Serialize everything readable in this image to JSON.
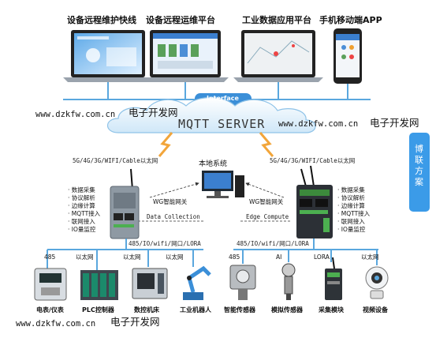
{
  "platforms": [
    {
      "label": "设备远程维护快线"
    },
    {
      "label": "设备远程运维平台"
    },
    {
      "label": "工业数据应用平台"
    },
    {
      "label": "手机移动端APP"
    }
  ],
  "interface_label": "Interface",
  "server_label": "MQTT SERVER",
  "watermark": {
    "domain": "www.dzkfw.com.cn",
    "text": "电子开发网"
  },
  "side_tab": "博联方案",
  "local_system": "本地系统",
  "left_gateway": {
    "uplink": "5G/4G/3G/WIFI/Cable以太网",
    "name": "WG智能网关",
    "flow_label": "Data Collection",
    "features": "· 数据采集\n· 协议解析\n· 边缘计算\n· MQTT接入\n· 联网接入\n· IO量监控",
    "downlink": "485/IO/wifi/网口/LORA"
  },
  "right_gateway": {
    "uplink": "5G/4G/3G/WIFI/Cable以太网",
    "name": "WG智能网关",
    "flow_label": "Edge Compute",
    "features": "· 数据采集\n· 协议解析\n· 边缘计算\n· MQTT接入\n· 联网接入\n· IO量监控",
    "downlink": "485/IO/wifi/网口/LORA"
  },
  "left_links": [
    "485",
    "以太网",
    "以太网",
    "以太网"
  ],
  "right_links": [
    "485",
    "AI",
    "LORA",
    "以太网"
  ],
  "left_devices": [
    "电表/仪表",
    "PLC控制器",
    "数控机床",
    "工业机器人"
  ],
  "right_devices": [
    "智能传感器",
    "模拟传感器",
    "采集模块",
    "视频设备"
  ]
}
